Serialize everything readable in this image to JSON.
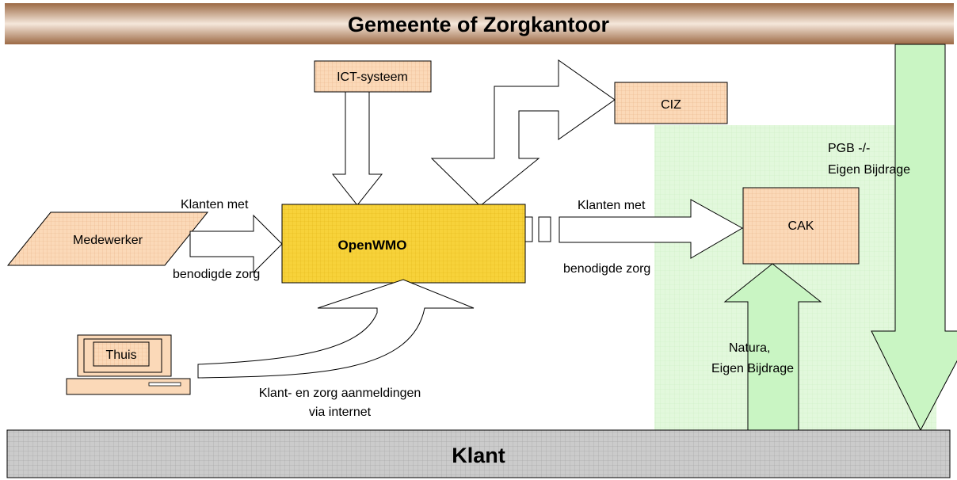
{
  "header": {
    "title": "Gemeente of Zorgkantoor"
  },
  "footer": {
    "title": "Klant"
  },
  "nodes": {
    "ict": "ICT-systeem",
    "ciz": "CIZ",
    "cak": "CAK",
    "openwmo": "OpenWMO",
    "medewerker": "Medewerker",
    "thuis": "Thuis"
  },
  "labels": {
    "left_top": "Klanten met",
    "left_bottom": "benodigde zorg",
    "right_top": "Klanten met",
    "right_bottom": "benodigde zorg",
    "internet_line1": "Klant- en zorg aanmeldingen",
    "internet_line2": "via internet",
    "pgb_line1": "PGB -/-",
    "pgb_line2": "Eigen Bijdrage",
    "natura_line1": "Natura,",
    "natura_line2": "Eigen Bijdrage"
  },
  "colors": {
    "banner_dark": "#9c6a45",
    "banner_light": "#f5e7db",
    "box_fill": "#fbd9b8",
    "openwmo_fill": "#f7d23a",
    "green_zone": "#dff7d8",
    "green_arrow": "#c9f5c3",
    "klant_fill": "#c8c8c8"
  }
}
